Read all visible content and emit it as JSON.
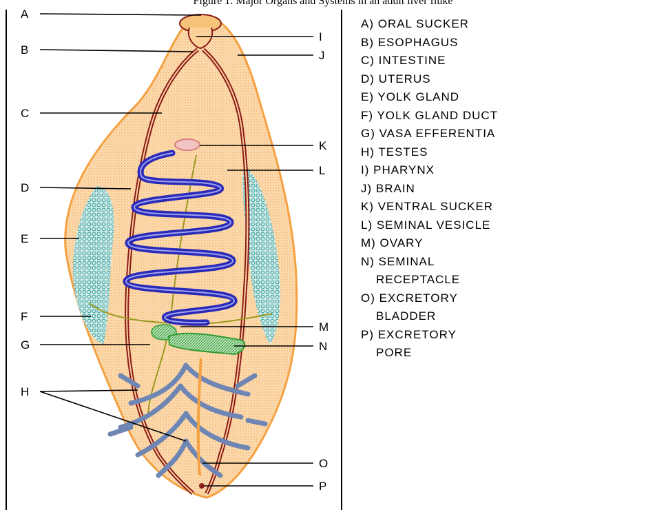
{
  "figure": {
    "title": "Figure 1. Major Organs and Systems in an adult liver fluke"
  },
  "letters": [
    "A",
    "B",
    "C",
    "D",
    "E",
    "F",
    "G",
    "H",
    "I",
    "J",
    "K",
    "L",
    "M",
    "N",
    "O",
    "P"
  ],
  "legend": [
    {
      "text": "A) ORAL SUCKER"
    },
    {
      "text": "B) ESOPHAGUS"
    },
    {
      "text": "C) INTESTINE"
    },
    {
      "text": "D) UTERUS"
    },
    {
      "text": "E) YOLK GLAND"
    },
    {
      "text": "F) YOLK GLAND DUCT"
    },
    {
      "text": "G) VASA EFFERENTIA"
    },
    {
      "text": "H) TESTES"
    },
    {
      "text": "I) PHARYNX"
    },
    {
      "text": "J) BRAIN"
    },
    {
      "text": "K) VENTRAL SUCKER"
    },
    {
      "text": "L) SEMINAL VESICLE"
    },
    {
      "text": "M) OVARY"
    },
    {
      "text": "N) SEMINAL",
      "cont": "RECEPTACLE"
    },
    {
      "text": "O) EXCRETORY",
      "cont": "BLADDER"
    },
    {
      "text": "P) EXCRETORY",
      "cont": "PORE"
    }
  ],
  "colors": {
    "body": "#f5a142",
    "body_fill": "#fbd39a",
    "intestine": "#8b1a1a",
    "uterus": "#2a2ab8",
    "yolk_gland": "#2e9e9a",
    "yolk_duct": "#9a9a20",
    "ovary": "#48a848",
    "seminal_receptacle": "#2f9a2f",
    "testes": "#6f86b4",
    "ventral_sucker": "#d98080"
  }
}
